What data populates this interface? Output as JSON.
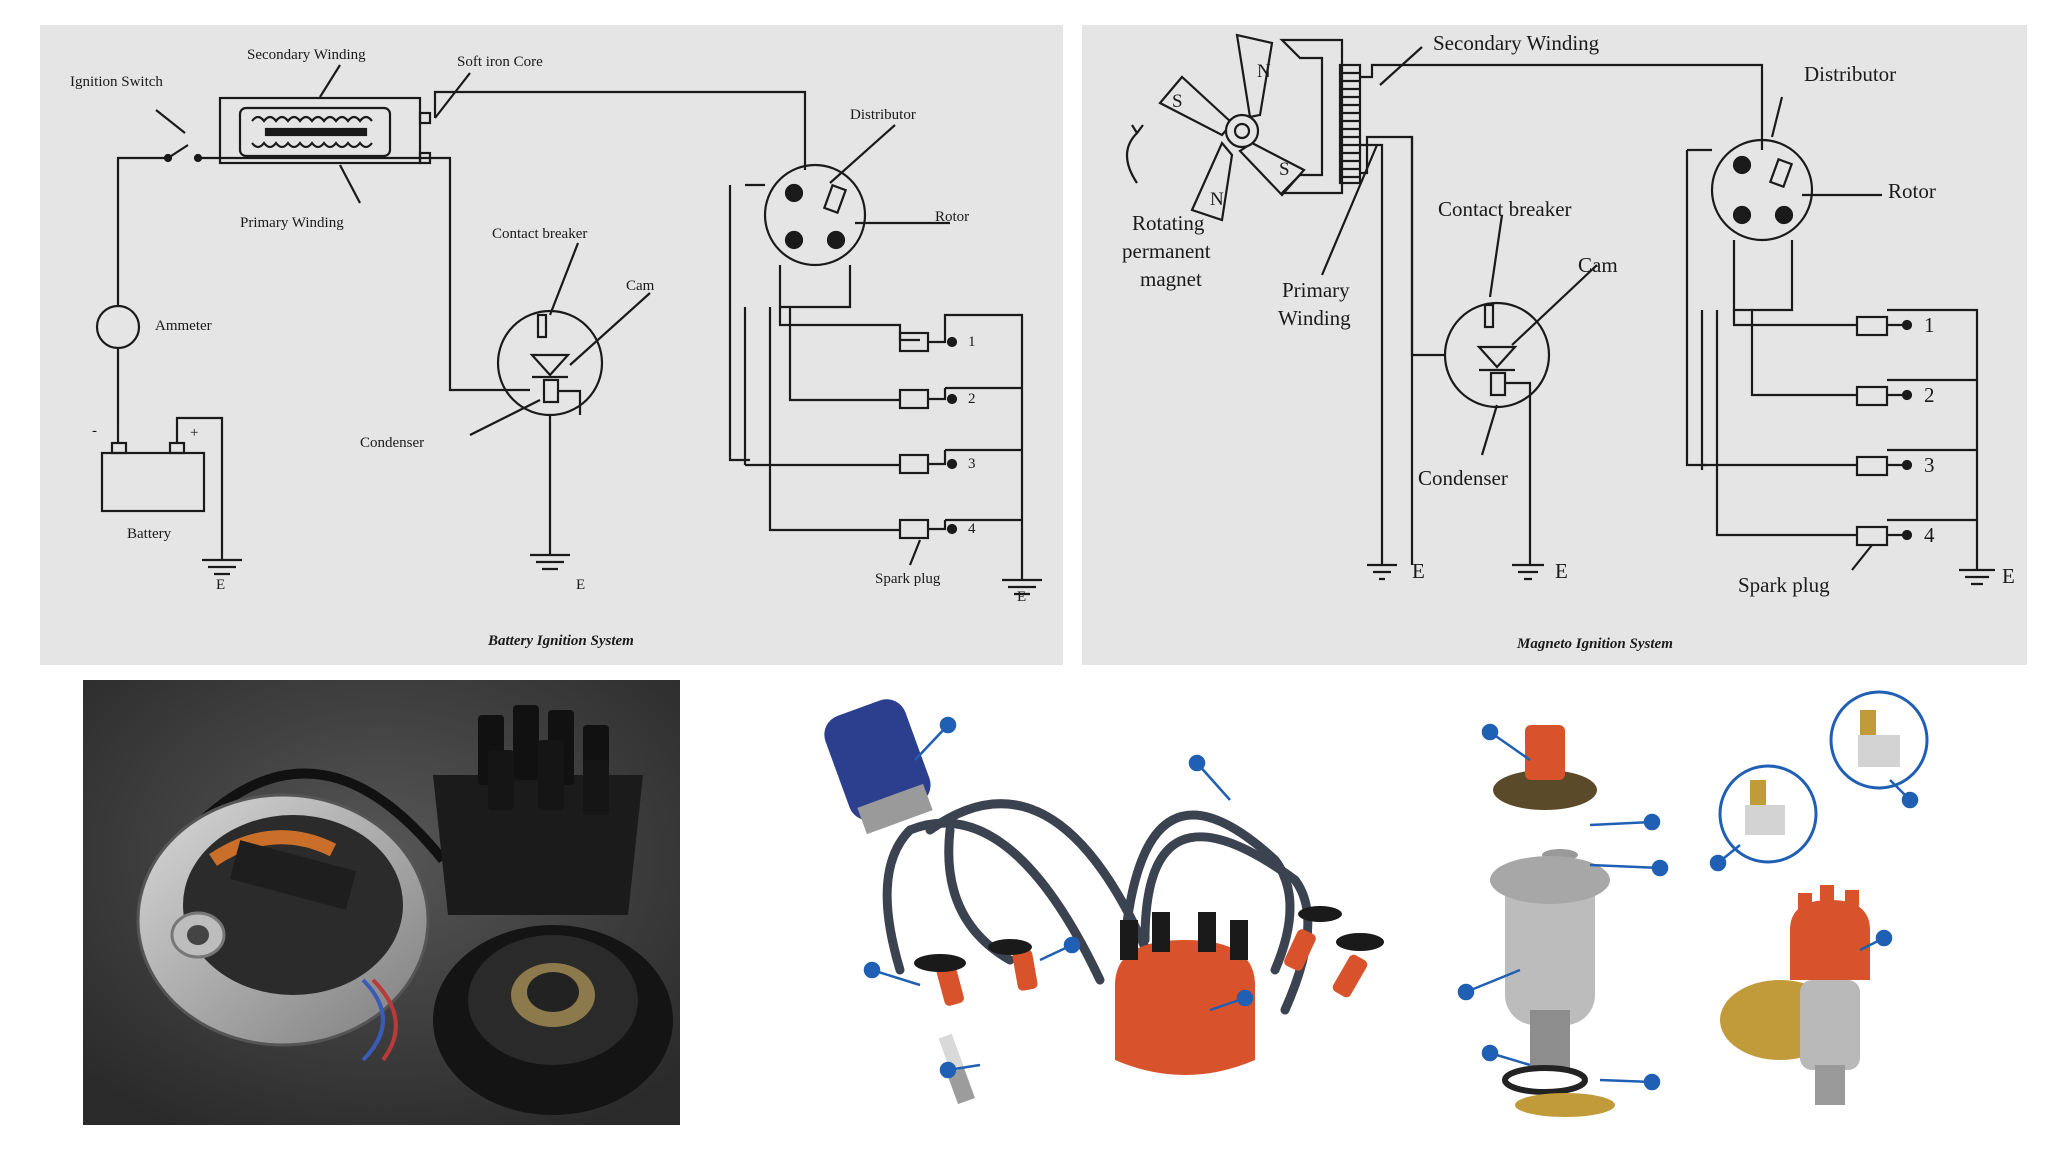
{
  "battery_diagram": {
    "caption": "Battery Ignition System",
    "labels": {
      "ignition_switch": "Ignition Switch",
      "secondary_winding": "Secondary Winding",
      "soft_iron_core": "Soft iron Core",
      "primary_winding": "Primary Winding",
      "distributor": "Distributor",
      "rotor": "Rotor",
      "contact_breaker": "Contact breaker",
      "cam": "Cam",
      "ammeter": "Ammeter",
      "condenser": "Condenser",
      "battery": "Battery",
      "spark_plug": "Spark plug",
      "minus": "-",
      "plus": "+",
      "earth": "E",
      "plugs": [
        "1",
        "2",
        "3",
        "4"
      ]
    }
  },
  "magneto_diagram": {
    "caption": "Magneto Ignition System",
    "labels": {
      "secondary_winding": "Secondary Winding",
      "distributor": "Distributor",
      "rotor": "Rotor",
      "contact_breaker": "Contact breaker",
      "cam": "Cam",
      "primary_winding_1": "Primary",
      "primary_winding_2": "Winding",
      "rotating_1": "Rotating",
      "rotating_2": "permanent",
      "rotating_3": "magnet",
      "condenser": "Condenser",
      "spark_plug": "Spark plug",
      "earth": "E",
      "pole_n": "N",
      "pole_s": "S",
      "plugs": [
        "1",
        "2",
        "3",
        "4"
      ]
    }
  },
  "colors": {
    "diagram_bg": "#e5e5e5",
    "ink": "#1a1a1a",
    "callout_blue": "#1f5fb4",
    "part_orange": "#d8532b",
    "coil_blue": "#2c3f8f",
    "photo_bg": "#3b3b3b"
  }
}
